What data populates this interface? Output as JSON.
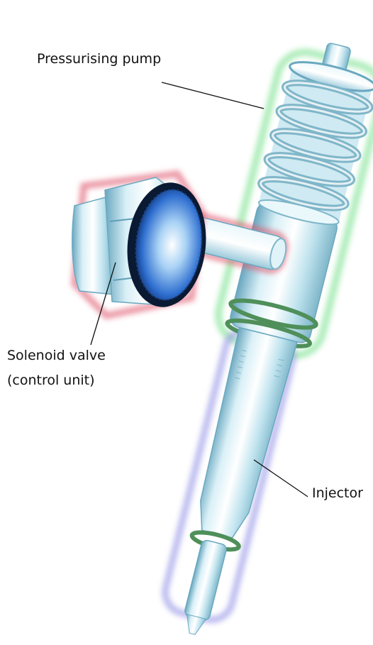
{
  "labels": {
    "pump": "Pressurising pump",
    "valve_line1": "Solenoid valve",
    "valve_line2": "(control unit)",
    "injector": "Injector"
  },
  "colors": {
    "pump_glow": "#8fe6a0",
    "valve_glow": "#e05a70",
    "injector_glow": "#9a9ae8",
    "metal_light": "#e8f6fb",
    "metal_mid": "#aedbe8",
    "metal_dark": "#5f9fb8",
    "ring_green": "#4f8f5a",
    "blue_face": "#2f6fd0"
  }
}
